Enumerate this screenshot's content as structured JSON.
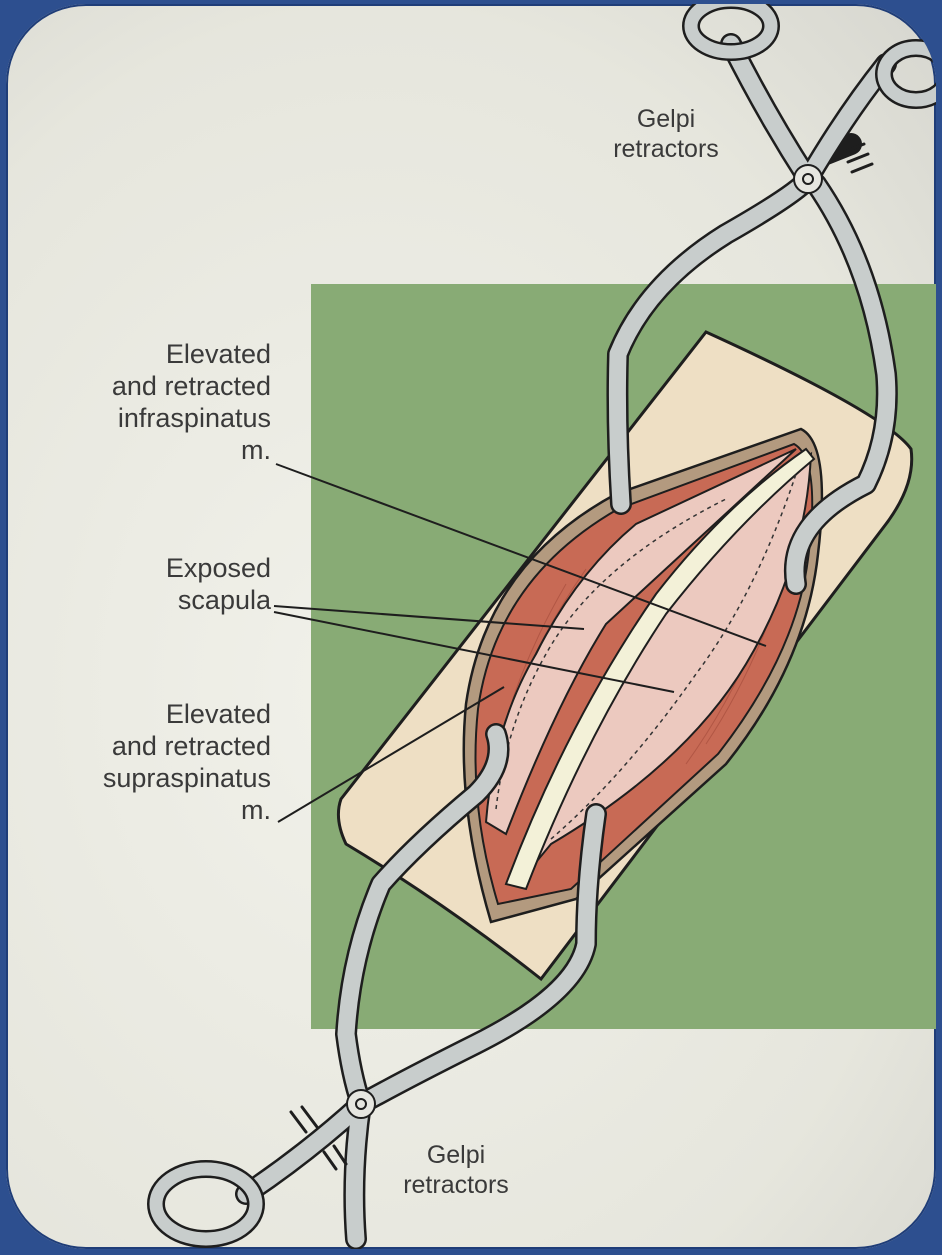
{
  "labels": {
    "gelpi_top": "Gelpi\nretractors",
    "infraspinatus": "Elevated\nand retracted\ninfraspinatus\nm.",
    "scapula": "Exposed\nscapula",
    "supraspinatus": "Elevated\nand retracted\nsupraspinatus\nm.",
    "gelpi_bottom": "Gelpi\nretractors"
  },
  "colors": {
    "background_border": "#2d4f8f",
    "page": "#ecece4",
    "green_field": "#88ab75",
    "skin": "#eedfc4",
    "muscle": "#c86a55",
    "bone": "#ecc9bf",
    "instrument": "#c8cdcc"
  }
}
